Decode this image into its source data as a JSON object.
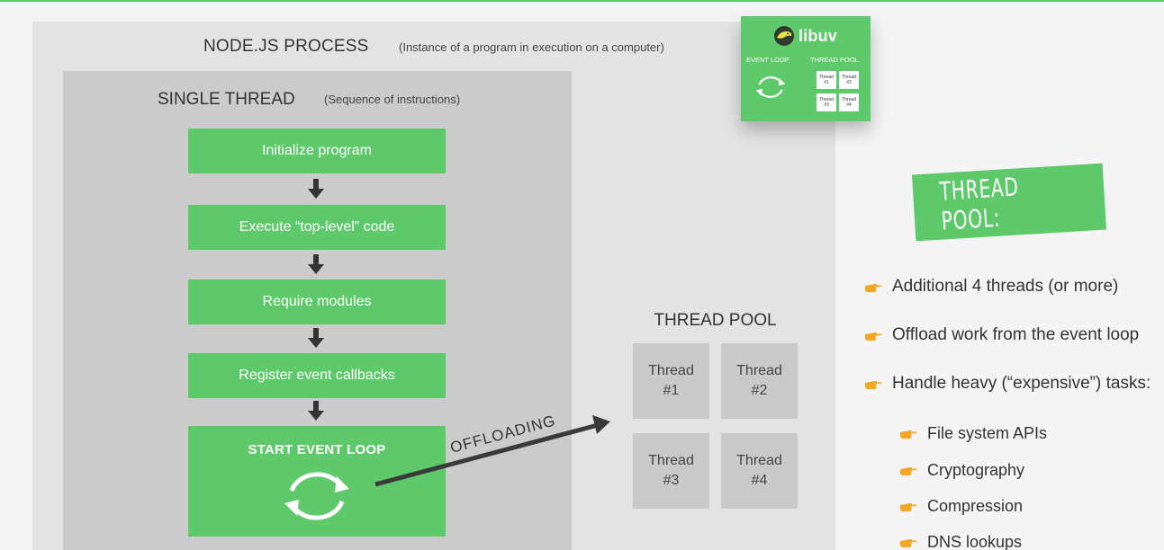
{
  "process": {
    "title": "NODE.JS PROCESS",
    "subtitle": "(Instance of a program in execution on a computer)"
  },
  "thread": {
    "title": "SINGLE THREAD",
    "subtitle": "(Sequence of instructions)"
  },
  "steps": [
    "Initialize program",
    "Execute “top-level” code",
    "Require modules",
    "Register event callbacks"
  ],
  "event_loop": {
    "label": "START EVENT LOOP",
    "icon": "loop-arrows-icon"
  },
  "offloading_label": "OFFLOADING",
  "thread_pool": {
    "title": "THREAD POOL",
    "threads": [
      {
        "line1": "Thread",
        "line2": "#1"
      },
      {
        "line1": "Thread",
        "line2": "#2"
      },
      {
        "line1": "Thread",
        "line2": "#3"
      },
      {
        "line1": "Thread",
        "line2": "#4"
      }
    ]
  },
  "libuv": {
    "name": "libuv",
    "event_loop_label": "EVENT LOOP",
    "thread_pool_label": "THREAD POOL",
    "threads": [
      {
        "line1": "Thread",
        "line2": "#1"
      },
      {
        "line1": "Thread",
        "line2": "#2"
      },
      {
        "line1": "Thread",
        "line2": "#3"
      },
      {
        "line1": "Thread",
        "line2": "#4"
      }
    ]
  },
  "side_panel": {
    "banner": "THREAD POOL:",
    "bullets": [
      "Additional 4 threads (or more)",
      "Offload work from the event loop",
      "Handle heavy (“expensive”) tasks:"
    ],
    "sub_bullets": [
      "File system APIs",
      "Cryptography",
      "Compression",
      "DNS lookups"
    ],
    "bullet_icon": "pointing-hand-icon"
  },
  "colors": {
    "accent_green": "#5ec96b",
    "process_bg": "#e3e3e3",
    "thread_bg": "#cbcbcb",
    "hand_orange": "#f5a623"
  }
}
